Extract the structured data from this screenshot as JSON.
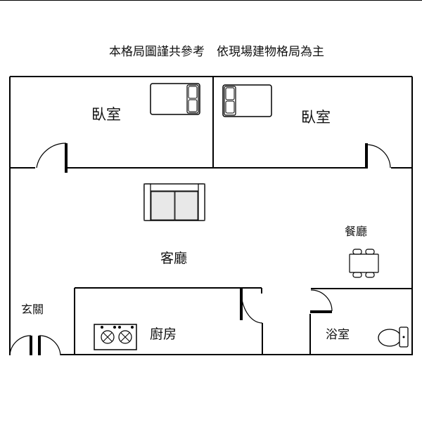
{
  "note": "本格局圖謹共參考　依現場建物格局為主",
  "rooms": {
    "bedroom_left": "臥室",
    "bedroom_right": "臥室",
    "living_room": "客廳",
    "dining": "餐廳",
    "entrance": "玄關",
    "kitchen": "廚房",
    "bathroom": "浴室"
  },
  "colors": {
    "wall": "#000000",
    "background": "#ffffff",
    "sofa_cushion": "#e8e8e8"
  }
}
